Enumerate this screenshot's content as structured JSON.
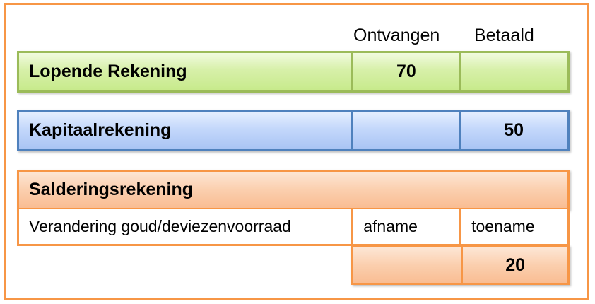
{
  "headers": {
    "received": "Ontvangen",
    "paid": "Betaald"
  },
  "rows": {
    "current_account": {
      "label": "Lopende Rekening",
      "received": "70",
      "paid": ""
    },
    "capital_account": {
      "label": "Kapitaalrekening",
      "received": "",
      "paid": "50"
    },
    "settlement_account": {
      "label": "Salderingsrekening",
      "sub_label": "Verandering goud/deviezenvoorraad",
      "sub_received": "afname",
      "sub_paid": "toename",
      "value_received": "",
      "value_paid": "20"
    }
  },
  "colors": {
    "frame": "#f79646",
    "green_border": "#9bbb59",
    "blue_border": "#4f81bd",
    "orange_border": "#f79646"
  }
}
